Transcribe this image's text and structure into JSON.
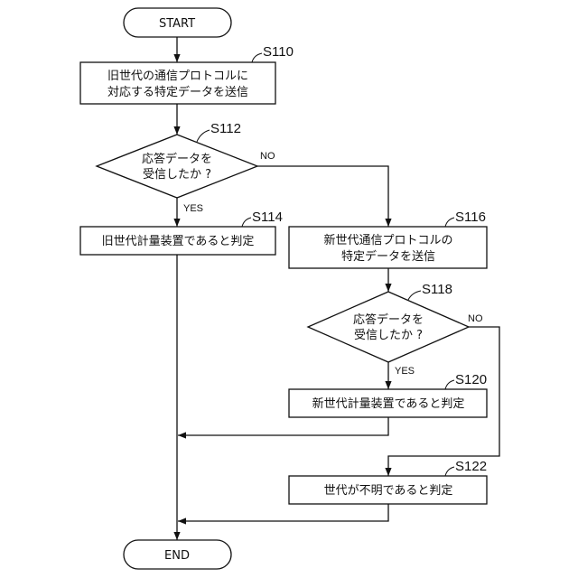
{
  "flowchart": {
    "start": "START",
    "end": "END",
    "s110": {
      "step": "S110",
      "line1": "旧世代の通信プロトコルに",
      "line2": "対応する特定データを送信"
    },
    "s112": {
      "step": "S112",
      "line1": "応答データを",
      "line2": "受信したか ?",
      "no": "NO",
      "yes": "YES"
    },
    "s114": {
      "step": "S114",
      "text": "旧世代計量装置であると判定"
    },
    "s116": {
      "step": "S116",
      "line1": "新世代通信プロトコルの",
      "line2": "特定データを送信"
    },
    "s118": {
      "step": "S118",
      "line1": "応答データを",
      "line2": "受信したか ?",
      "no": "NO",
      "yes": "YES"
    },
    "s120": {
      "step": "S120",
      "text": "新世代計量装置であると判定"
    },
    "s122": {
      "step": "S122",
      "text": "世代が不明であると判定"
    }
  }
}
